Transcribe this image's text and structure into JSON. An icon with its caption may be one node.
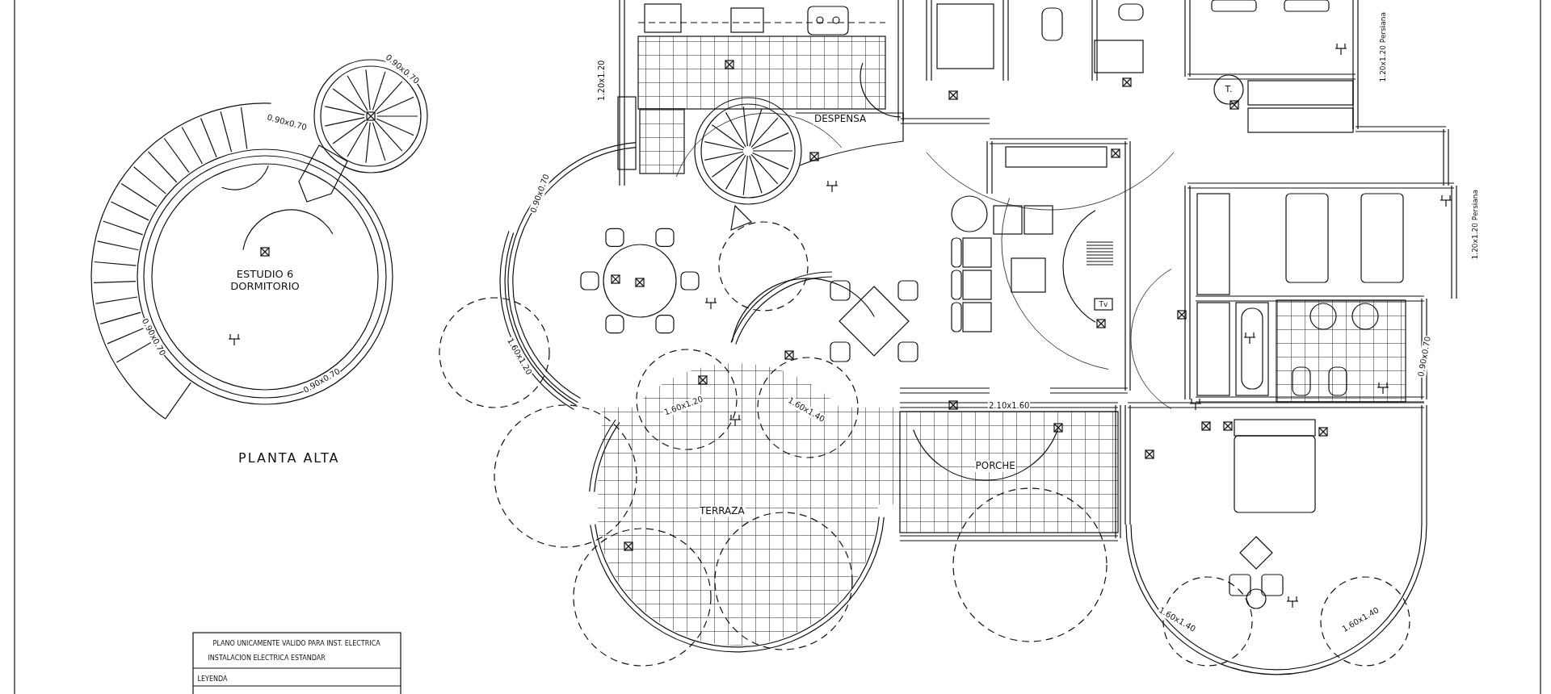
{
  "diagram": {
    "labels": [
      "0.90x0.70",
      "0.90x0.70",
      "ESTUDIO 6 DORMITORIO",
      "0.90x0.70",
      "0.90x0.70",
      "PLANTA ALTA",
      "1.20x1.20",
      "DESPENSA",
      "1.20x1.20 Persiana",
      "T.",
      "0.90x0.70",
      "1.20x1.20 Persiana",
      "Tv",
      "1.60x1.20",
      "0.90x0.70",
      "1.60x1.20",
      "1.60x1.40",
      "2.10x1.60",
      "PORCHE",
      "TERRAZA",
      "1.60x1.40",
      "1.60x1.40",
      "PLANO UNICAMENTE VALIDO PARA INST. ELECTRICA",
      "INSTALACION ELECTRICA ESTANDAR",
      "LEYENDA"
    ]
  }
}
